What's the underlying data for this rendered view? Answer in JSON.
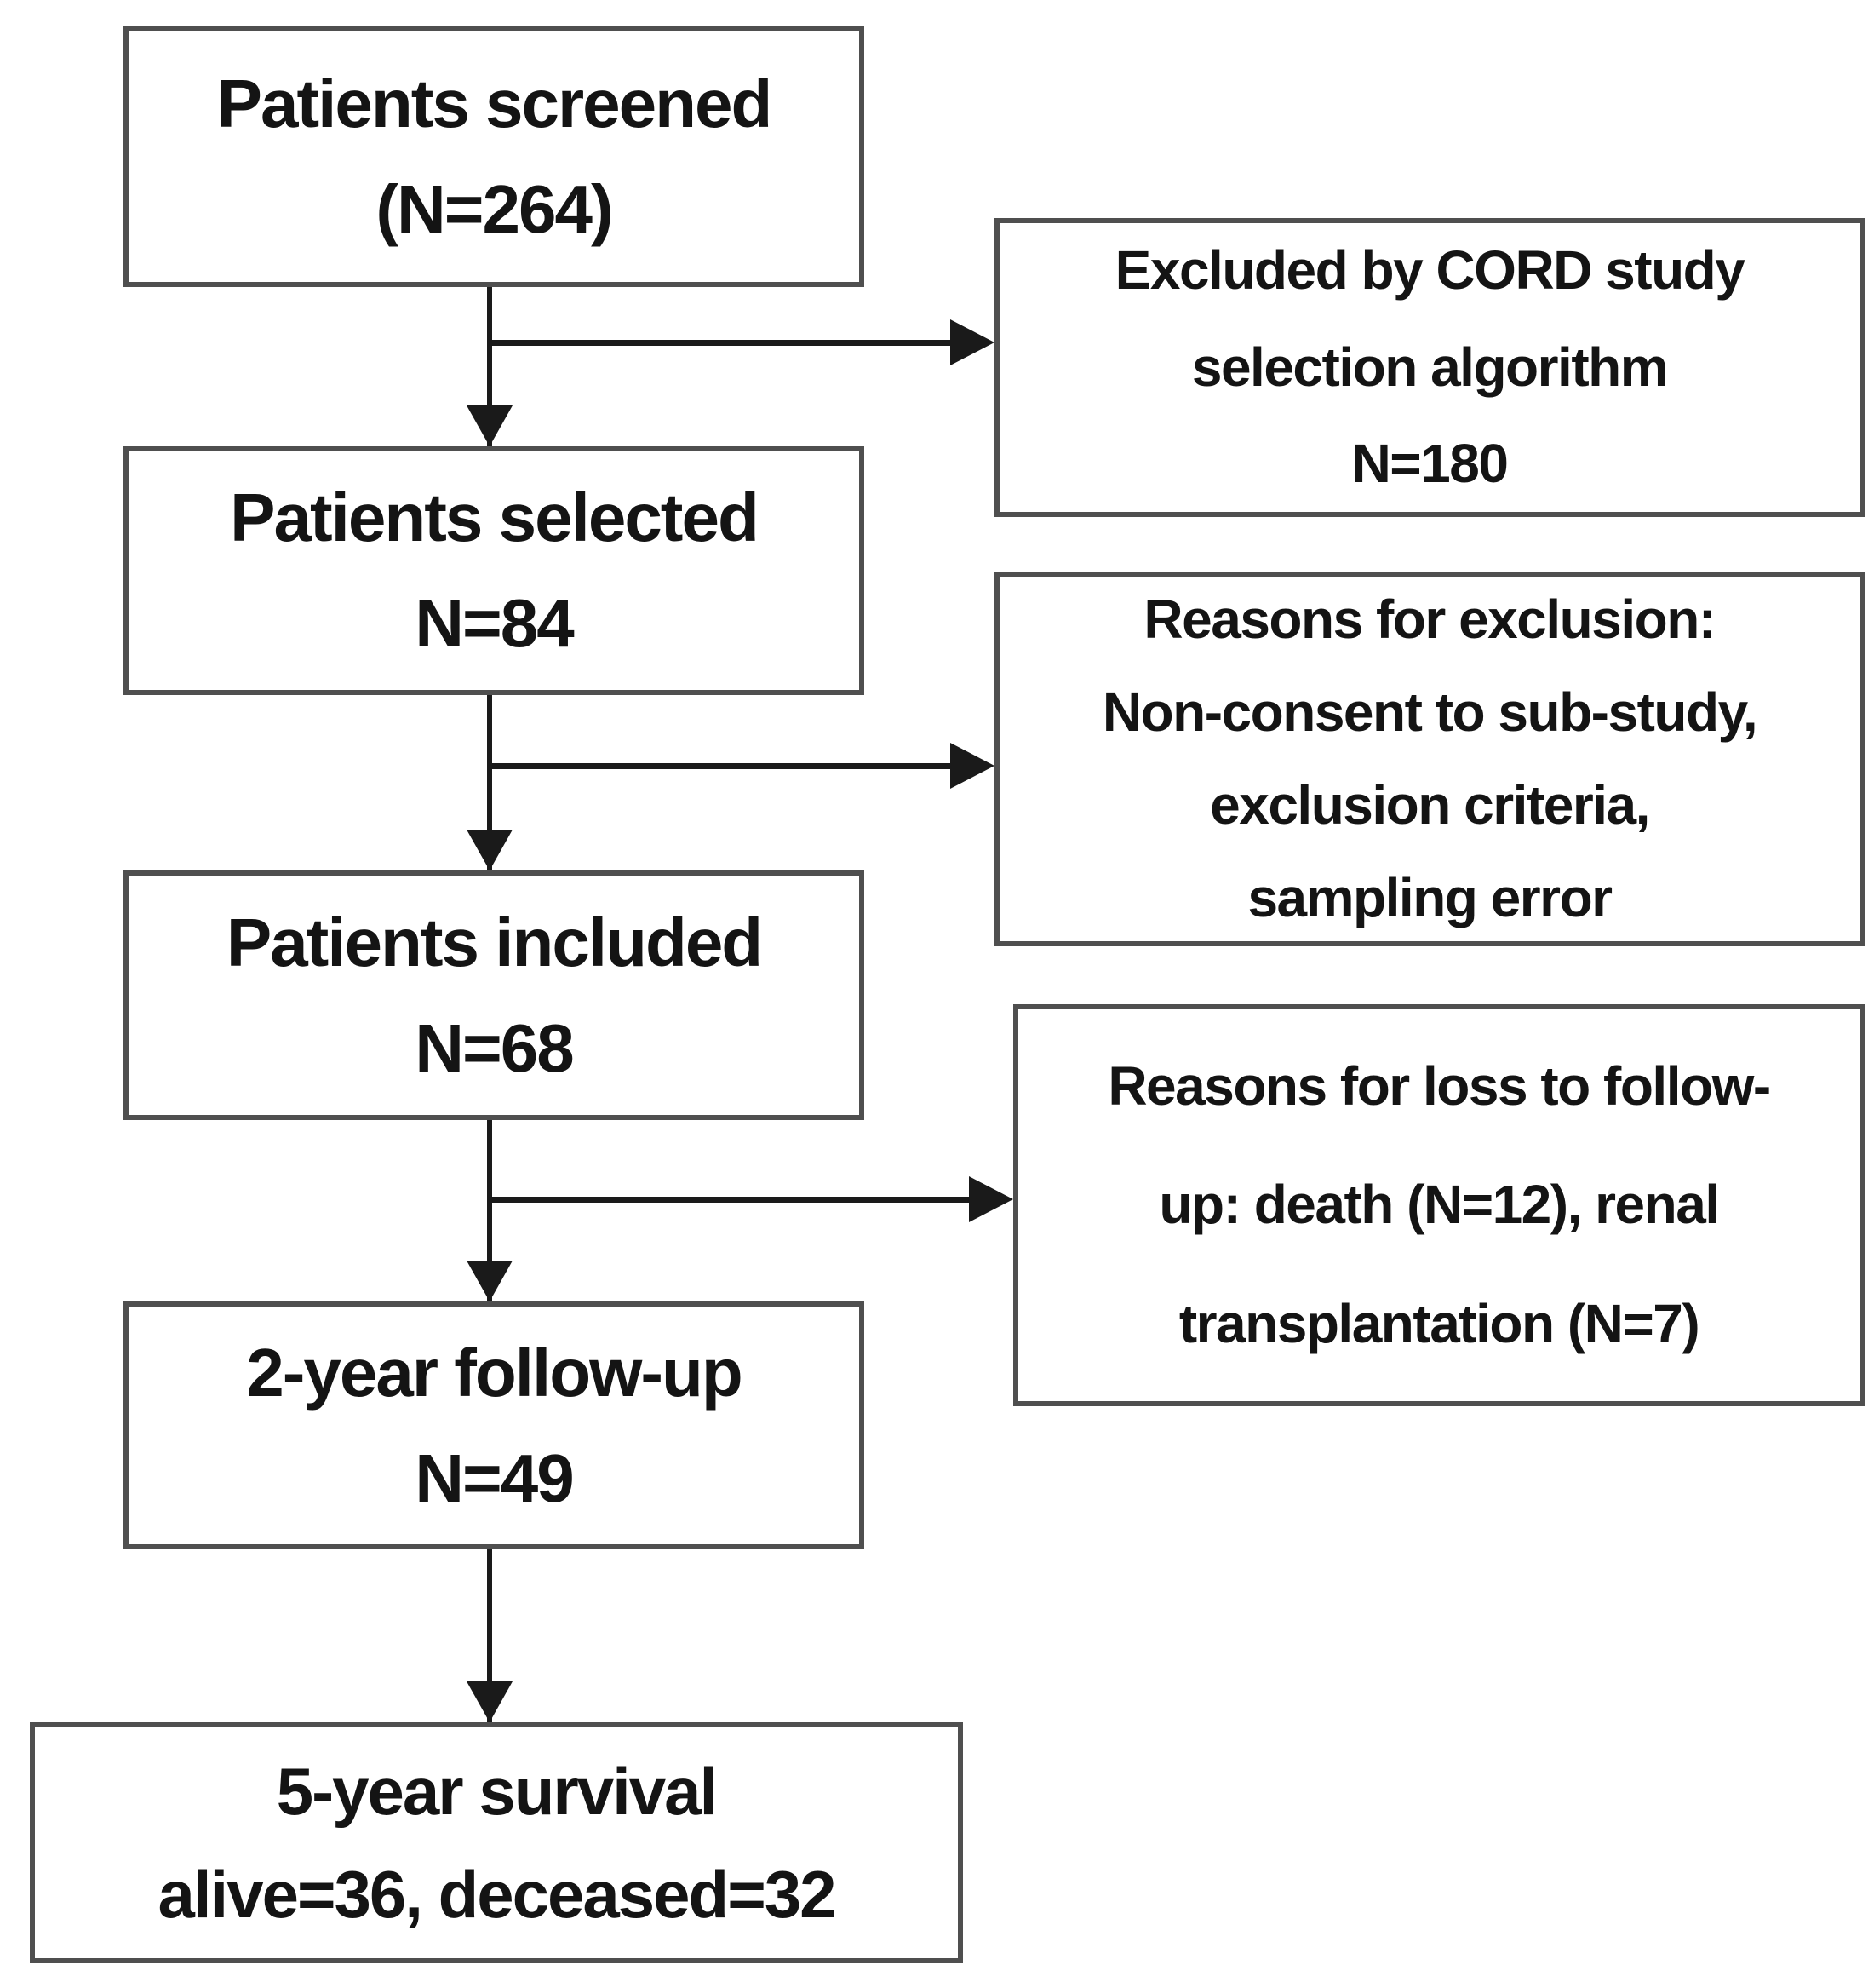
{
  "flow": {
    "main_boxes": [
      {
        "name": "patients-screened",
        "lines": [
          "Patients screened",
          "(N=264)"
        ]
      },
      {
        "name": "patients-selected",
        "lines": [
          "Patients selected",
          "N=84"
        ]
      },
      {
        "name": "patients-included",
        "lines": [
          "Patients included",
          "N=68"
        ]
      },
      {
        "name": "two-year-follow-up",
        "lines": [
          "2-year follow-up",
          "N=49"
        ]
      },
      {
        "name": "five-year-survival",
        "lines": [
          "5-year survival",
          "alive=36, deceased=32"
        ]
      }
    ],
    "side_boxes": [
      {
        "name": "excluded-by-cord-study",
        "lines": [
          "Excluded by CORD study",
          "selection algorithm",
          "N=180"
        ]
      },
      {
        "name": "reasons-for-exclusion",
        "lines": [
          "Reasons for exclusion:",
          "Non-consent to sub-study,",
          "exclusion criteria,",
          "sampling error"
        ]
      },
      {
        "name": "reasons-for-loss-to-follow-up",
        "lines": [
          "Reasons for loss to follow-",
          "up: death (N=12), renal",
          "transplantation (N=7)"
        ]
      }
    ],
    "colors": {
      "box_border": "#4f4f4f",
      "text": "#141414",
      "arrow": "#1a1a1a",
      "background": "#ffffff"
    }
  }
}
